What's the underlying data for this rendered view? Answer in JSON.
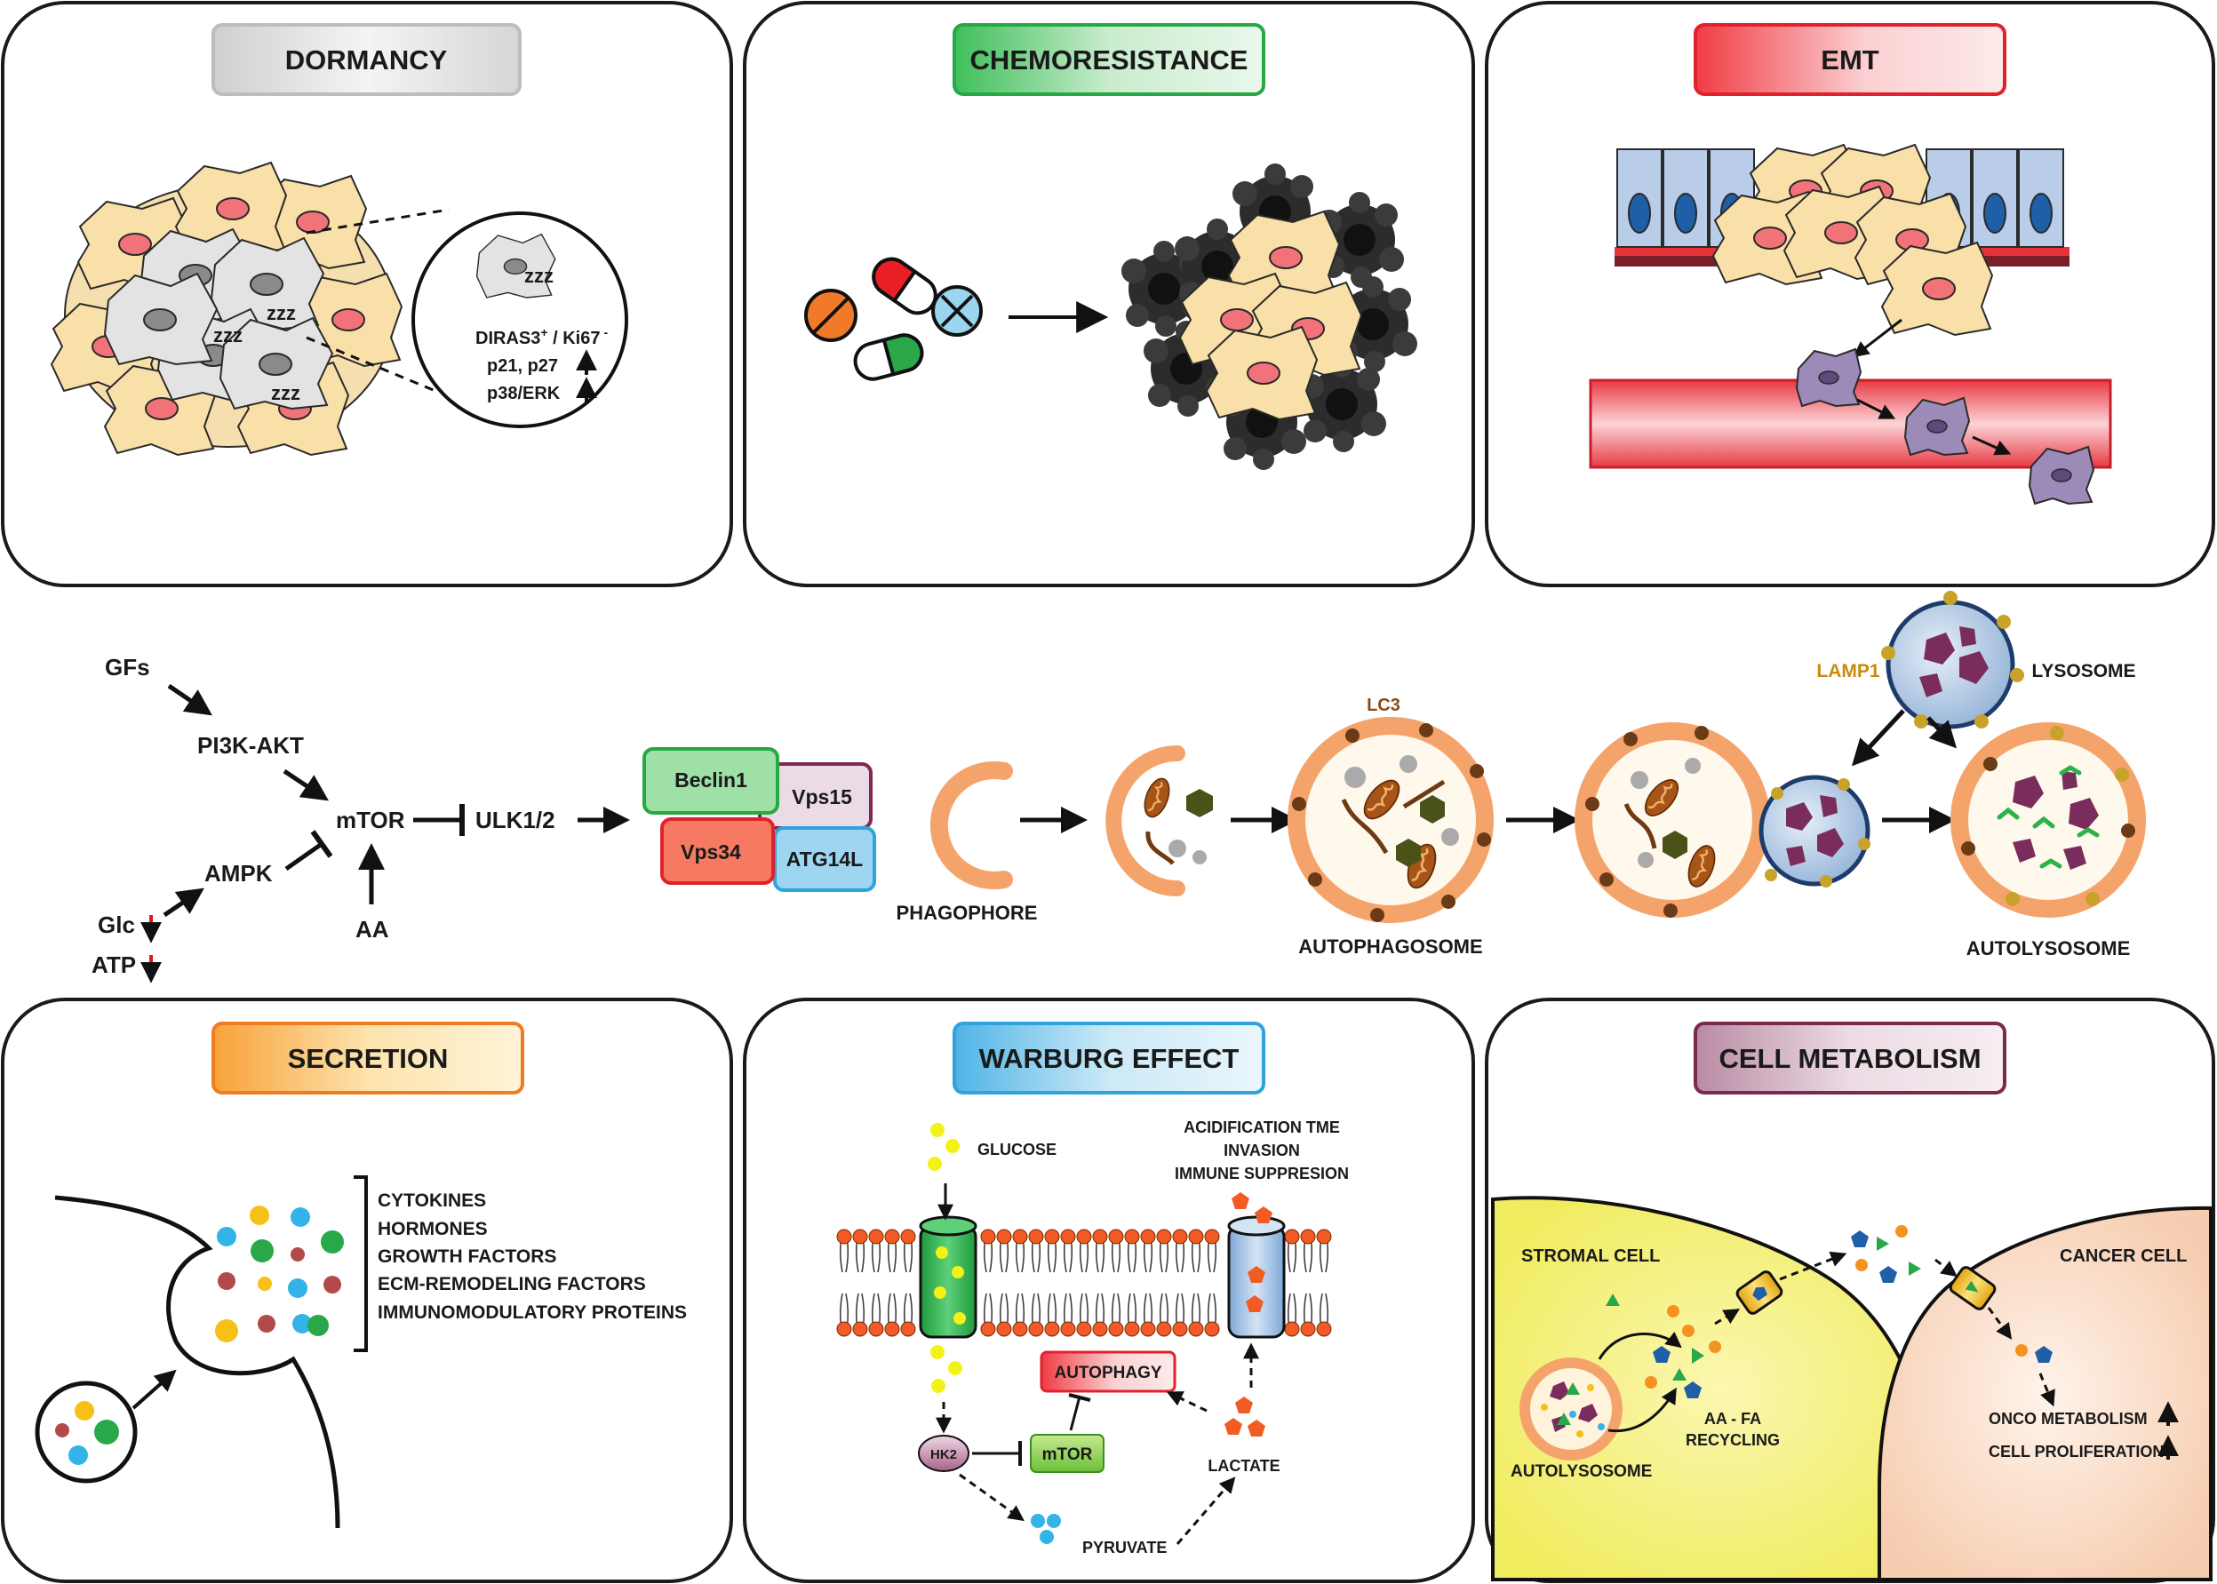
{
  "panels": {
    "dormancy": {
      "title": "DORMANCY",
      "marker_line1_a": "DIRAS3",
      "marker_line1_sup_a": "+",
      "marker_line1_b": " / Ki67",
      "marker_line1_sup_b": "-",
      "marker_line2": "p21, p27",
      "marker_line3": "p38/ERK",
      "sleep_label": "zzz"
    },
    "chemoresistance": {
      "title": "CHEMORESISTANCE"
    },
    "emt": {
      "title": "EMT"
    },
    "secretion": {
      "title": "SECRETION",
      "items": [
        "CYTOKINES",
        "HORMONES",
        "GROWTH FACTORS",
        "ECM-REMODELING FACTORS",
        "IMMUNOMODULATORY PROTEINS"
      ]
    },
    "warburg": {
      "title": "WARBURG EFFECT",
      "glucose": "GLUCOSE",
      "outcomes": [
        "ACIDIFICATION TME",
        "INVASION",
        "IMMUNE SUPPRESION"
      ],
      "autophagy": "AUTOPHAGY",
      "hk2": "HK2",
      "mtor": "mTOR",
      "lactate": "LACTATE",
      "pyruvate": "PYRUVATE"
    },
    "cell_metabolism": {
      "title": "CELL METABOLISM",
      "stromal": "STROMAL CELL",
      "cancer": "CANCER CELL",
      "autolysosome": "AUTOLYSOSOME",
      "recycling_line1": "AA - FA",
      "recycling_line2": "RECYCLING",
      "onco": "ONCO  METABOLISM",
      "proliferation": "CELL PROLIFERATION"
    }
  },
  "pathway": {
    "gfs": "GFs",
    "pi3k": "PI3K-AKT",
    "mtor": "mTOR",
    "ulk": "ULK1/2",
    "ampk": "AMPK",
    "aa": "AA",
    "glc": "Glc",
    "atp": "ATP",
    "complex": [
      "Beclin1",
      "Vps15",
      "Vps34",
      "ATG14L"
    ],
    "phagophore": "PHAGOPHORE",
    "lc3": "LC3",
    "autophagosome": "AUTOPHAGOSOME",
    "lamp1": "LAMP1",
    "lysosome": "LYSOSOME",
    "autolysosome": "AUTOLYSOSOME"
  },
  "colors": {
    "dormancy": "#bdbdbd",
    "chemoresistance": "#27a844",
    "emt": "#e0222c",
    "secretion": "#f07c22",
    "warburg": "#2fa3dc",
    "cell_metabolism": "#7b2a4e",
    "membrane_orange": "#f4a46b",
    "cell_yellow": "#f8dca0",
    "cell_nucleus": "#f1707a",
    "lysosome_blue": "#9cb8d9",
    "lysosome_cargo": "#7a2d5c",
    "red_arrow": "#e01b1b"
  }
}
